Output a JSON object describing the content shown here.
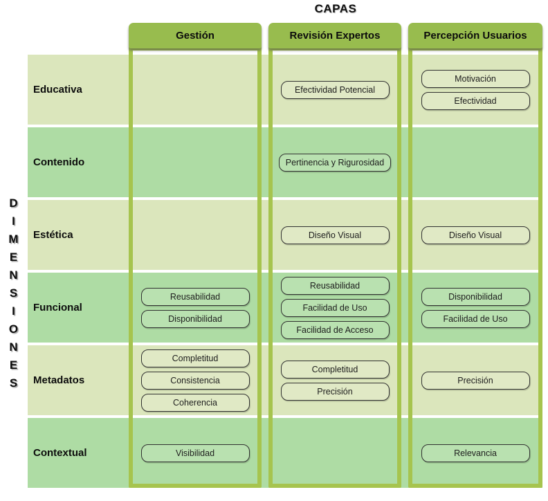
{
  "title": "CAPAS",
  "axis_label": "DIMENSIONES",
  "columns": [
    {
      "label": "Gestión"
    },
    {
      "label": "Revisión Expertos"
    },
    {
      "label": "Percepción Usuarios"
    }
  ],
  "rows": [
    {
      "label": "Educativa",
      "cells": {
        "gestion": [],
        "revision": [
          "Efectividad Potencial"
        ],
        "percepcion": [
          "Motivación",
          "Efectividad"
        ]
      }
    },
    {
      "label": "Contenido",
      "cells": {
        "gestion": [],
        "revision": [
          "Pertinencia y Rigurosidad"
        ],
        "percepcion": []
      }
    },
    {
      "label": "Estética",
      "cells": {
        "gestion": [],
        "revision": [
          "Diseño Visual"
        ],
        "percepcion": [
          "Diseño Visual"
        ]
      }
    },
    {
      "label": "Funcional",
      "cells": {
        "gestion": [
          "Reusabilidad",
          "Disponibilidad"
        ],
        "revision": [
          "Reusabilidad",
          "Facilidad de Uso",
          "Facilidad de Acceso"
        ],
        "percepcion": [
          "Disponibilidad",
          "Facilidad de Uso"
        ]
      }
    },
    {
      "label": "Metadatos",
      "cells": {
        "gestion": [
          "Completitud",
          "Consistencia",
          "Coherencia"
        ],
        "revision": [
          "Completitud",
          "Precisión"
        ],
        "percepcion": [
          "Precisión"
        ]
      }
    },
    {
      "label": "Contextual",
      "cells": {
        "gestion": [
          "Visibilidad"
        ],
        "revision": [],
        "percepcion": [
          "Relevancia"
        ]
      }
    }
  ],
  "colors": {
    "header_fill": "#98BC4E",
    "frame_border": "#A6C44E",
    "row_light": "#DBE6BC",
    "row_dark": "#AEDCA4",
    "pill_border": "#303030",
    "text": "#111111"
  }
}
